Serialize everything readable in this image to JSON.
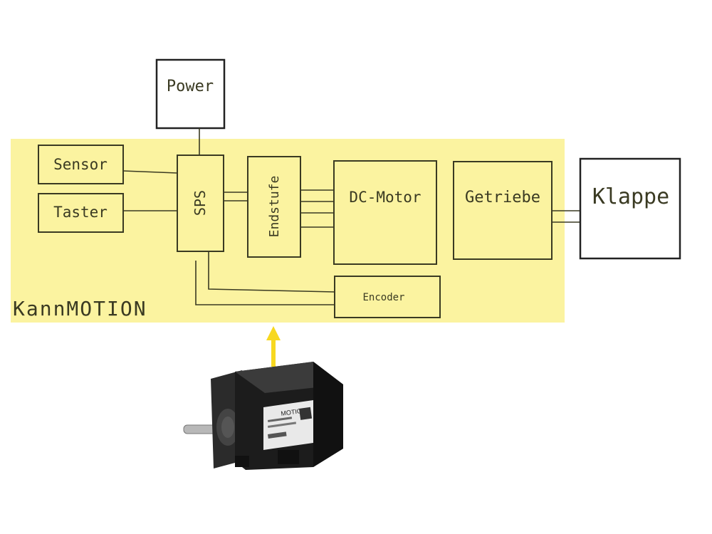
{
  "diagram": {
    "title": "KannMOTION",
    "blocks": {
      "power": "Power",
      "sensor": "Sensor",
      "taster": "Taster",
      "sps": "SPS",
      "endstufe": "Endstufe",
      "dc_motor": "DC-Motor",
      "getriebe": "Getriebe",
      "klappe": "Klappe",
      "encoder": "Encoder"
    },
    "motor_label": {
      "brand": "MOTION"
    }
  },
  "colors": {
    "highlight": "#fbf3a0",
    "arrow": "#f7d820",
    "ink": "#3a3a22",
    "outer_ink": "#222222"
  }
}
